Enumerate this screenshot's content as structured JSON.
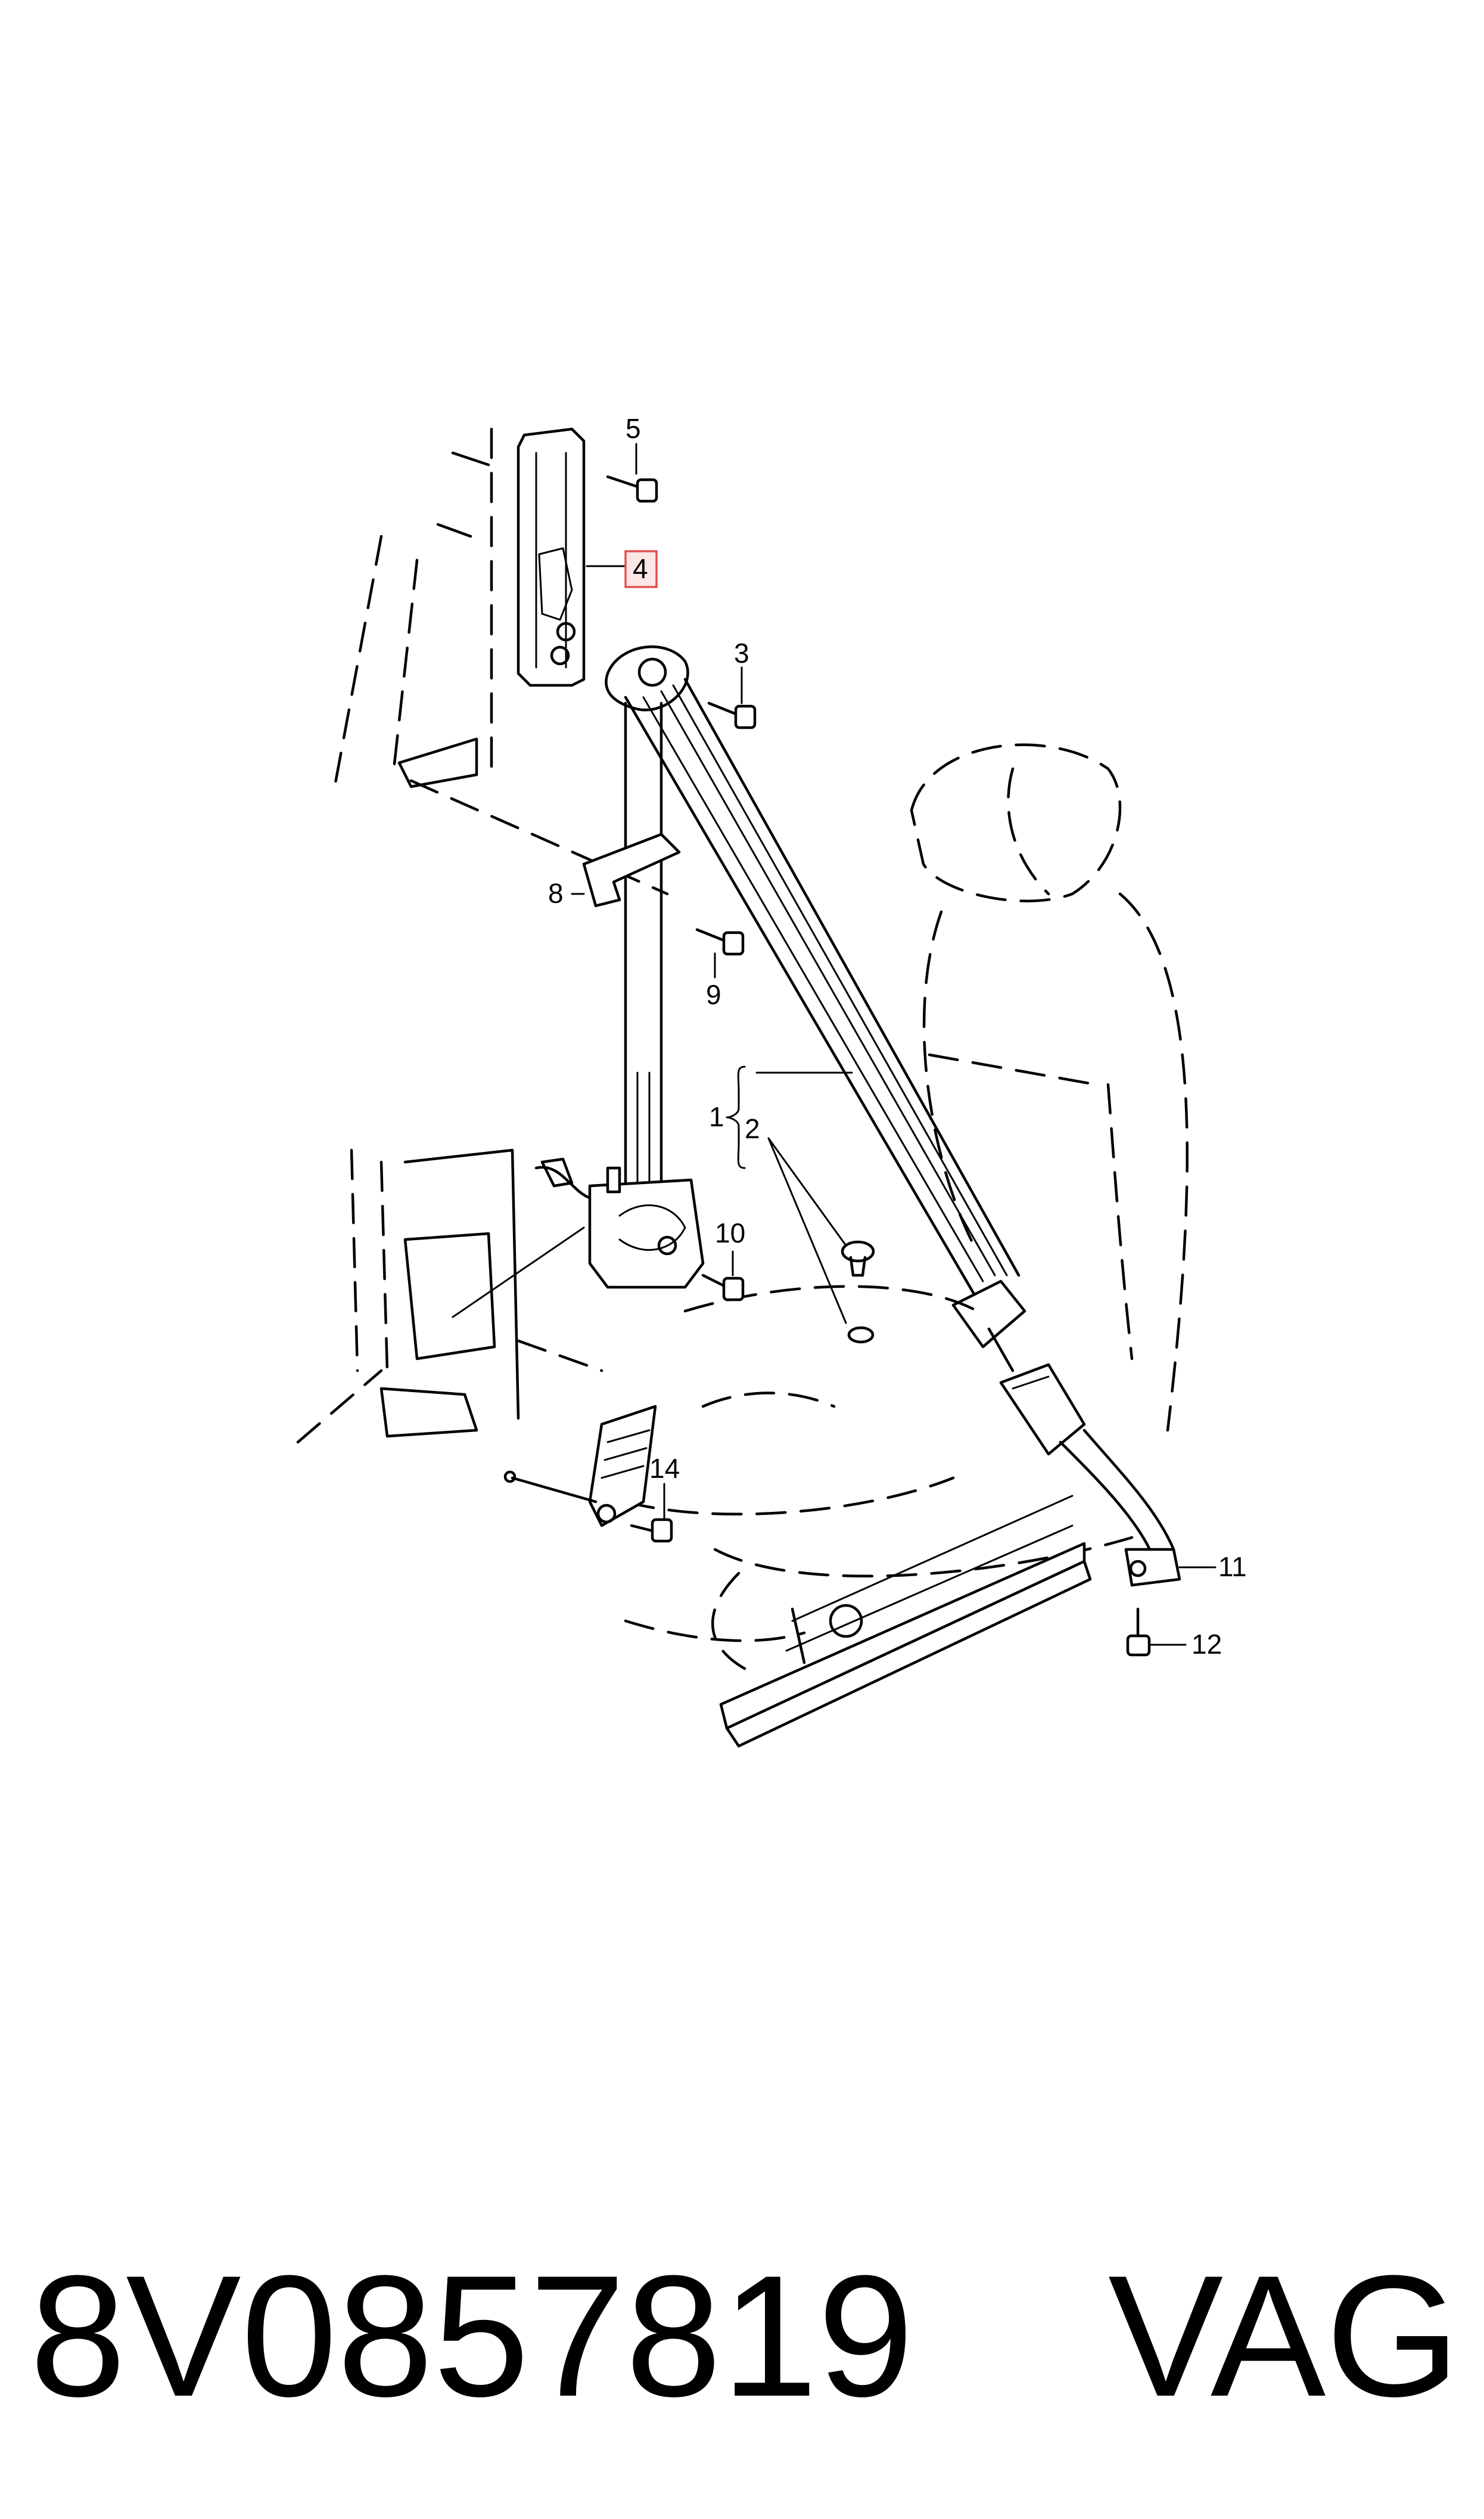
{
  "part_number": "8V0857819",
  "brand": "VAG",
  "highlight_color": "#e05050",
  "callouts": [
    {
      "id": "5",
      "label": "5"
    },
    {
      "id": "4",
      "label": "4",
      "highlighted": true
    },
    {
      "id": "3",
      "label": "3"
    },
    {
      "id": "8",
      "label": "8"
    },
    {
      "id": "9",
      "label": "9"
    },
    {
      "id": "1",
      "label": "1"
    },
    {
      "id": "2",
      "label": "2"
    },
    {
      "id": "10",
      "label": "10"
    },
    {
      "id": "14",
      "label": "14"
    },
    {
      "id": "11",
      "label": "11"
    },
    {
      "id": "12",
      "label": "12"
    }
  ]
}
